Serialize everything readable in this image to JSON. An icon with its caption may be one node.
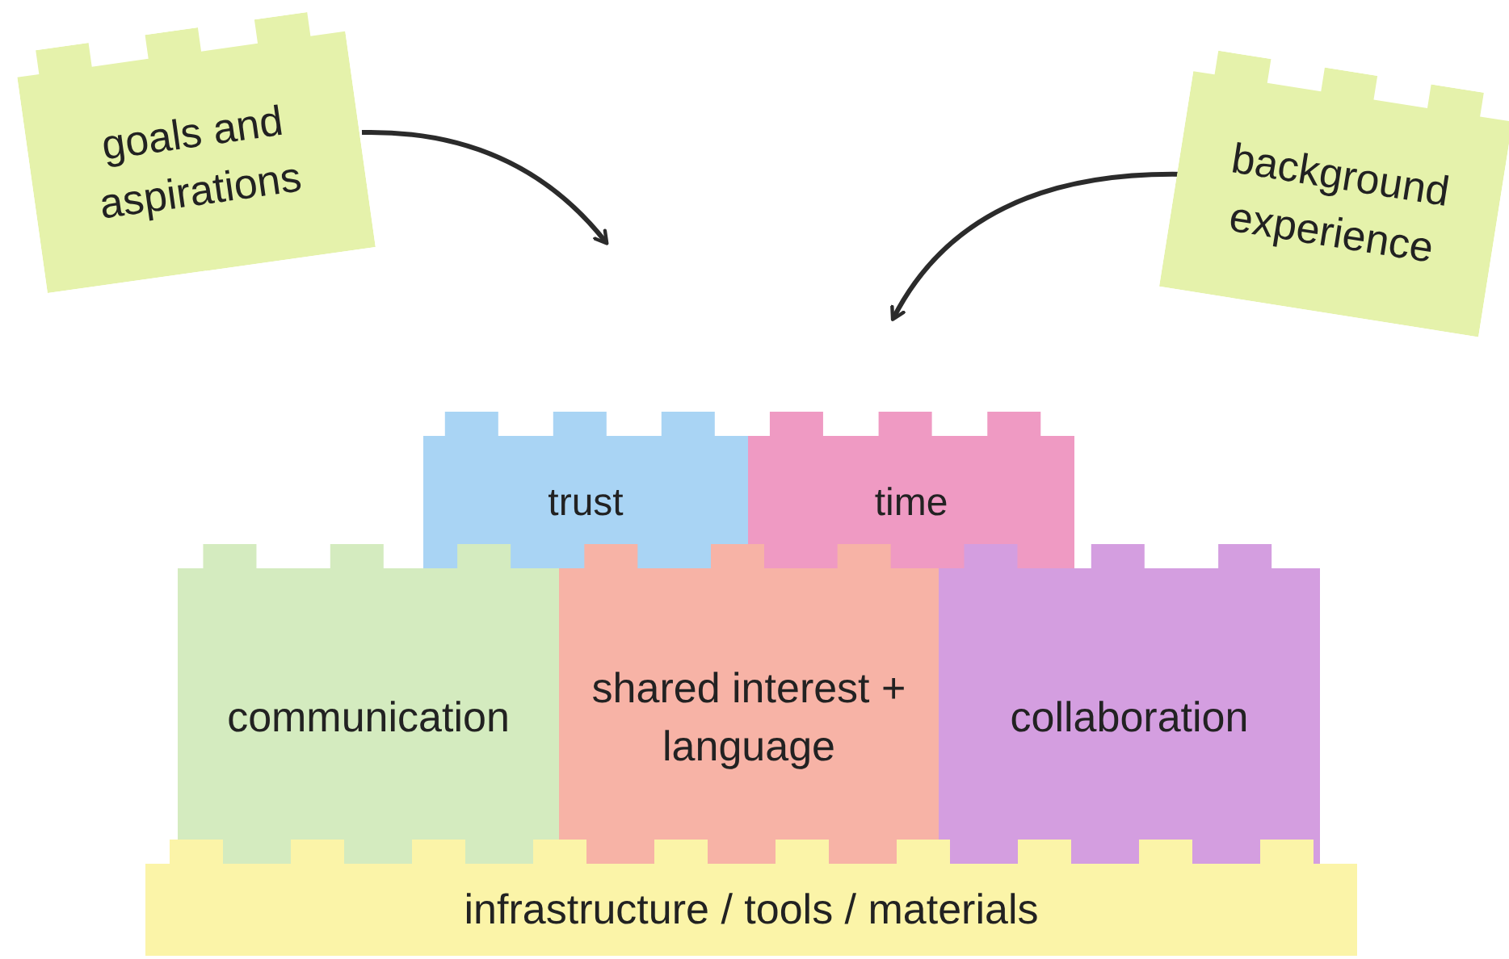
{
  "diagram": {
    "nodes": [
      {
        "text": [
          "goals and aspirations"
        ]
      },
      {
        "text": [
          "background experience"
        ]
      },
      {
        "text": [
          "trust"
        ]
      },
      {
        "text": [
          "time"
        ]
      },
      {
        "text": [
          "communication"
        ]
      },
      {
        "text": [
          "shared interest + language"
        ]
      },
      {
        "text": [
          "collaboration"
        ]
      },
      {
        "text": [
          "infrastructure / tools / materials"
        ]
      }
    ],
    "edges": [
      {
        "from": 0,
        "to": null,
        "arrow": "to"
      },
      {
        "from": 1,
        "to": null,
        "arrow": "to"
      }
    ]
  }
}
